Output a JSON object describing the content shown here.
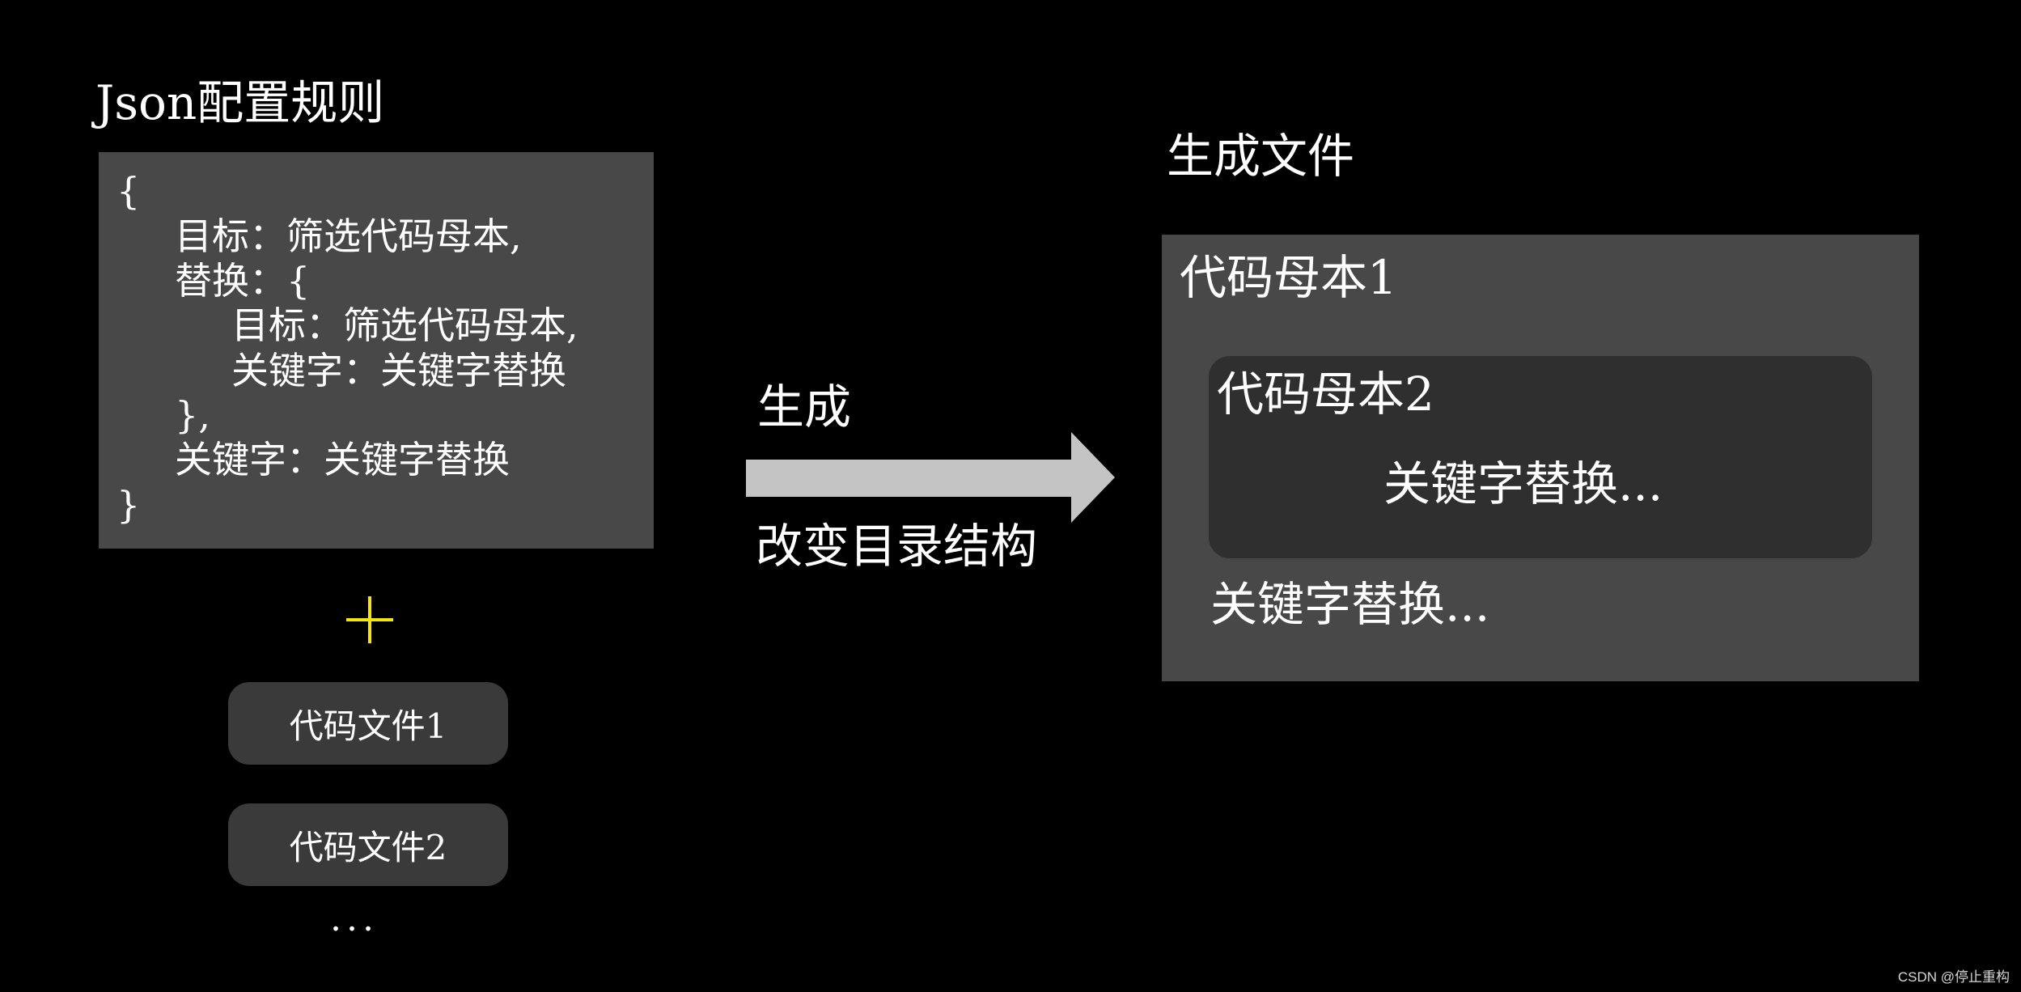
{
  "left": {
    "title": "Json配置规则",
    "json_lines": [
      "{",
      "目标：筛选代码母本,",
      "替换：{",
      "目标：筛选代码母本,",
      "关键字：关键字替换",
      "},",
      "关键字：关键字替换",
      "}"
    ],
    "plus_color": "#f5e60a",
    "files": [
      "代码文件1",
      "代码文件2"
    ],
    "more": "..."
  },
  "arrow": {
    "label_top": "生成",
    "label_bottom": "改变目录结构",
    "color": "#c4c4c4"
  },
  "right": {
    "title": "生成文件",
    "outer_title": "代码母本1",
    "inner_title": "代码母本2",
    "inner_replace": "关键字替换...",
    "outer_replace": "关键字替换..."
  },
  "watermark": "CSDN @停止重构"
}
